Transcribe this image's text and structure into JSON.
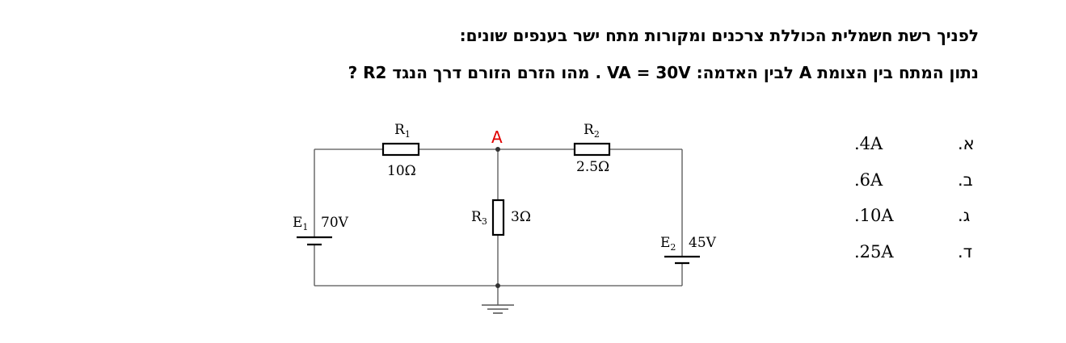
{
  "question": {
    "line1": "לפניך רשת חשמלית הכוללת צרכנים ומקורות מתח ישר בענפים שונים:",
    "line2": "נתון המתח בין הצומת A לבין האדמה: VA = 30V . מהו הזרם הזורם דרך הנגד R2 ?"
  },
  "circuit": {
    "node": "A",
    "r1": {
      "symbol": "R",
      "sub": "1",
      "value": "10Ω"
    },
    "r2": {
      "symbol": "R",
      "sub": "2",
      "value": "2.5Ω"
    },
    "r3": {
      "symbol": "R",
      "sub": "3",
      "value": "3Ω"
    },
    "e1": {
      "symbol": "E",
      "sub": "1",
      "value": "70V"
    },
    "e2": {
      "symbol": "E",
      "sub": "2",
      "value": "45V"
    },
    "colors": {
      "wire": "#555555",
      "node_label": "#e00000"
    }
  },
  "answers": [
    {
      "letter": "א.",
      "value": ".4A"
    },
    {
      "letter": "ב.",
      "value": ".6A"
    },
    {
      "letter": "ג.",
      "value": ".10A"
    },
    {
      "letter": "ד.",
      "value": ".25A"
    }
  ]
}
